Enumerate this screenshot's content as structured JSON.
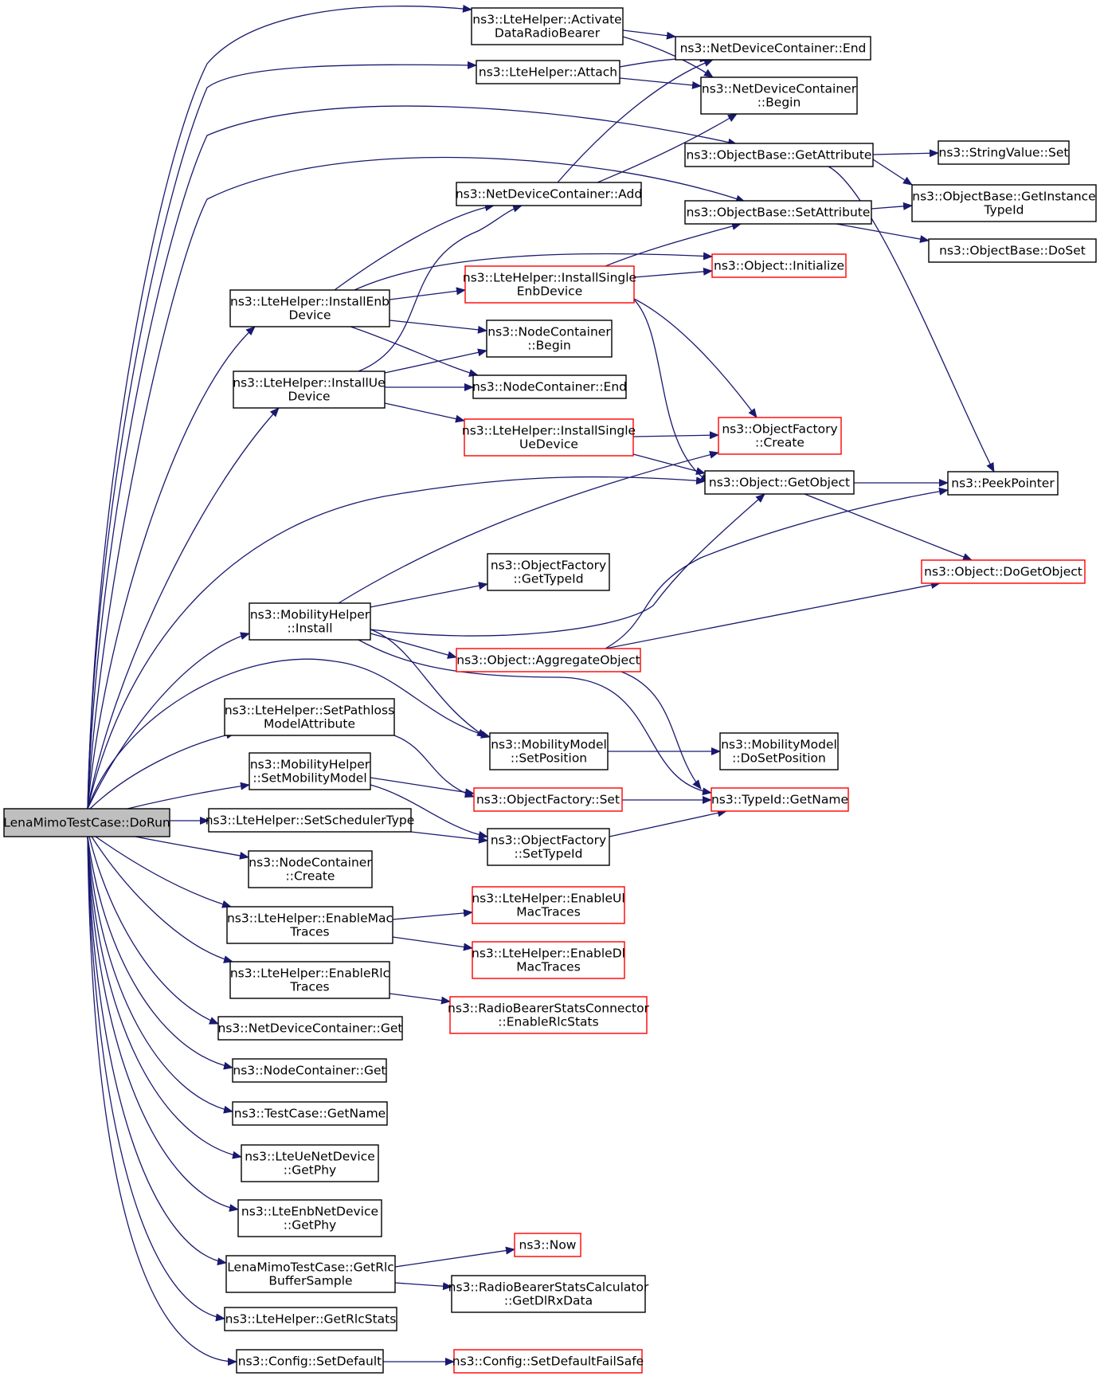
{
  "nodes": {
    "root": [
      "LenaMimoTestCase::DoRun"
    ],
    "activate": [
      "ns3::LteHelper::Activate",
      "DataRadioBearer"
    ],
    "attach": [
      "ns3::LteHelper::Attach"
    ],
    "ndcEnd": [
      "ns3::NetDeviceContainer::End"
    ],
    "ndcBegin": [
      "ns3::NetDeviceContainer",
      "::Begin"
    ],
    "getAttr": [
      "ns3::ObjectBase::GetAttribute"
    ],
    "strSet": [
      "ns3::StringValue::Set"
    ],
    "ndcAdd": [
      "ns3::NetDeviceContainer::Add"
    ],
    "setAttr": [
      "ns3::ObjectBase::SetAttribute"
    ],
    "getInst": [
      "ns3::ObjectBase::GetInstance",
      "TypeId"
    ],
    "doSet": [
      "ns3::ObjectBase::DoSet"
    ],
    "instEnb": [
      "ns3::LteHelper::InstallEnb",
      "Device"
    ],
    "instSingleEnb": [
      "ns3::LteHelper::InstallSingle",
      "EnbDevice"
    ],
    "objInit": [
      "ns3::Object::Initialize"
    ],
    "ncBegin": [
      "ns3::NodeContainer",
      "::Begin"
    ],
    "instUe": [
      "ns3::LteHelper::InstallUe",
      "Device"
    ],
    "ncEnd": [
      "ns3::NodeContainer::End"
    ],
    "instSingleUe": [
      "ns3::LteHelper::InstallSingle",
      "UeDevice"
    ],
    "ofCreate": [
      "ns3::ObjectFactory",
      "::Create"
    ],
    "getObj": [
      "ns3::Object::GetObject"
    ],
    "peek": [
      "ns3::PeekPointer"
    ],
    "ofGetTypeId": [
      "ns3::ObjectFactory",
      "::GetTypeId"
    ],
    "doGetObj": [
      "ns3::Object::DoGetObject"
    ],
    "mobInstall": [
      "ns3::MobilityHelper",
      "::Install"
    ],
    "aggObj": [
      "ns3::Object::AggregateObject"
    ],
    "setPathloss": [
      "ns3::LteHelper::SetPathloss",
      "ModelAttribute"
    ],
    "mmSetPos": [
      "ns3::MobilityModel",
      "::SetPosition"
    ],
    "mmDoSetPos": [
      "ns3::MobilityModel",
      "::DoSetPosition"
    ],
    "setMobModel": [
      "ns3::MobilityHelper",
      "::SetMobilityModel"
    ],
    "ofSet": [
      "ns3::ObjectFactory::Set"
    ],
    "tidName": [
      "ns3::TypeId::GetName"
    ],
    "setSched": [
      "ns3::LteHelper::SetSchedulerType"
    ],
    "ofSetTypeId": [
      "ns3::ObjectFactory",
      "::SetTypeId"
    ],
    "ncCreate": [
      "ns3::NodeContainer",
      "::Create"
    ],
    "enMac": [
      "ns3::LteHelper::EnableMac",
      "Traces"
    ],
    "enUlMac": [
      "ns3::LteHelper::EnableUl",
      "MacTraces"
    ],
    "enDlMac": [
      "ns3::LteHelper::EnableDl",
      "MacTraces"
    ],
    "enRlc": [
      "ns3::LteHelper::EnableRlc",
      "Traces"
    ],
    "rbsEnRlc": [
      "ns3::RadioBearerStatsConnector",
      "::EnableRlcStats"
    ],
    "ndcGet": [
      "ns3::NetDeviceContainer::Get"
    ],
    "ncGet": [
      "ns3::NodeContainer::Get"
    ],
    "tcName": [
      "ns3::TestCase::GetName"
    ],
    "ueGetPhy": [
      "ns3::LteUeNetDevice",
      "::GetPhy"
    ],
    "enbGetPhy": [
      "ns3::LteEnbNetDevice",
      "::GetPhy"
    ],
    "getRlcBuf": [
      "LenaMimoTestCase::GetRlc",
      "BufferSample"
    ],
    "now": [
      "ns3::Now"
    ],
    "rbsDl": [
      "ns3::RadioBearerStatsCalculator",
      "::GetDlRxData"
    ],
    "getRlcStats": [
      "ns3::LteHelper::GetRlcStats"
    ],
    "cfgDefault": [
      "ns3::Config::SetDefault"
    ],
    "cfgFailSafe": [
      "ns3::Config::SetDefaultFailSafe"
    ]
  },
  "colors": {
    "edge": "#191970",
    "node_border": "#000000",
    "truncated_border": "#ff0000",
    "root_fill": "#bfbfbf"
  }
}
